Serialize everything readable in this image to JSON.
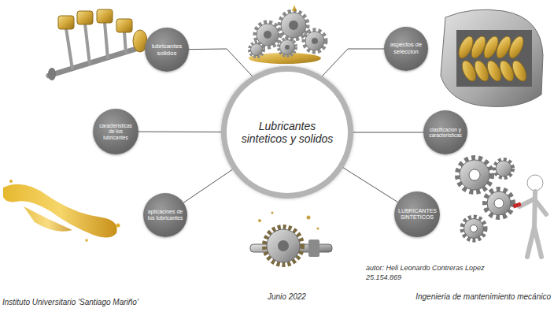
{
  "diagram": {
    "nodes": [
      {
        "text": [
          "Lubricantes sinteticos y solidos"
        ]
      },
      {
        "text": [
          "lubricantes solidos"
        ]
      },
      {
        "text": [
          "aspectos de seleccion"
        ]
      },
      {
        "text": [
          "caracteristicas de los lubricantes"
        ]
      },
      {
        "text": [
          "clasificacion y caracteristicas"
        ]
      },
      {
        "text": [
          "aplicacines de los lubricantes"
        ]
      },
      {
        "text": [
          "LUBRICANTES SINTETICOS"
        ]
      }
    ],
    "edges": [
      {
        "from": 0,
        "to": 1,
        "arrow": "none"
      },
      {
        "from": 0,
        "to": 2,
        "arrow": "none"
      },
      {
        "from": 0,
        "to": 3,
        "arrow": "none"
      },
      {
        "from": 0,
        "to": 4,
        "arrow": "none"
      },
      {
        "from": 0,
        "to": 5,
        "arrow": "none"
      },
      {
        "from": 0,
        "to": 6,
        "arrow": "none"
      }
    ],
    "labels": [
      "autor: Heli Leonardo Contreras Lopez",
      "25.154.869",
      "Junio 2022",
      "Instituto Universitario 'Santiago Mariño'",
      "Ingenieria de mantenimiento mecánico"
    ]
  }
}
